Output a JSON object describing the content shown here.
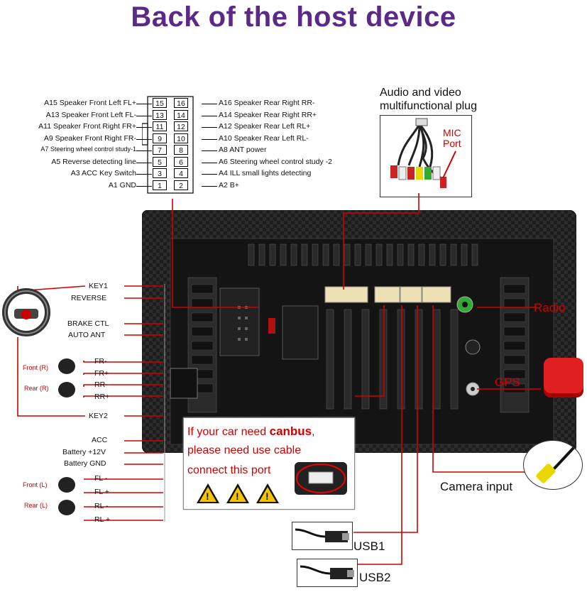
{
  "title": "Back of the host device",
  "pinout": {
    "left": [
      {
        "code": "A15",
        "label": "Speaker Front Left FL+"
      },
      {
        "code": "A13",
        "label": "Speaker Front Left FL-"
      },
      {
        "code": "A11",
        "label": "Speaker Front Right FR+"
      },
      {
        "code": "A9",
        "label": "Speaker Front Right FR-"
      },
      {
        "code": "A7",
        "label": "Steering wheel control study-1"
      },
      {
        "code": "A5",
        "label": "Reverse detecting line"
      },
      {
        "code": "A3",
        "label": "ACC Key Switch"
      },
      {
        "code": "A1",
        "label": "GND"
      }
    ],
    "right": [
      {
        "code": "A16",
        "label": "Speaker Rear Right RR-"
      },
      {
        "code": "A14",
        "label": "Speaker Rear Right RR+"
      },
      {
        "code": "A12",
        "label": "Speaker Rear Left RL+"
      },
      {
        "code": "A10",
        "label": "Speaker Rear Left RL-"
      },
      {
        "code": "A8",
        "label": "ANT power"
      },
      {
        "code": "A6",
        "label": "Steering wheel control study -2"
      },
      {
        "code": "A4",
        "label": "ILL small lights detecting"
      },
      {
        "code": "A2",
        "label": "B+"
      }
    ],
    "left_pins": [
      "15",
      "13",
      "11",
      "9",
      "7",
      "5",
      "3",
      "1"
    ],
    "right_pins": [
      "16",
      "14",
      "12",
      "10",
      "8",
      "6",
      "4",
      "2"
    ]
  },
  "av_plug": {
    "title_line1": "Audio and video",
    "title_line2": "multifunctional plug",
    "mic_line1": "MIC",
    "mic_line2": "Port"
  },
  "wires": {
    "key1": "KEY1",
    "reverse": "REVERSE",
    "brake": "BRAKE CTL",
    "auto_ant": "AUTO ANT",
    "front_r": "Front (R)",
    "rear_r": "Rear (R)",
    "fr_minus": "FR-",
    "fr_plus": "FR+",
    "rr_minus": "RR-",
    "rr_plus": "RR+",
    "key2": "KEY2",
    "acc": "ACC",
    "battery12": "Battery +12V",
    "battery_gnd": "Battery GND",
    "front_l": "Front (L)",
    "rear_l": "Rear (L)",
    "fl_minus": "FL -",
    "fl_plus": "FL +",
    "rl_minus": "RL -",
    "rl_plus": "RL +"
  },
  "right_labels": {
    "radio": "Radio",
    "gps": "GPS",
    "camera": "Camera input",
    "usb1": "USB1",
    "usb2": "USB2"
  },
  "canbus": {
    "line1_prefix": "If your car need ",
    "line1_strong": "canbus",
    "line1_suffix": ",",
    "line2": "please need use cable",
    "line3": "connect this port"
  },
  "colors": {
    "title": "#5b2a86",
    "wire": "#d00000",
    "accent_text": "#d00000",
    "warning": "#f5c400"
  }
}
